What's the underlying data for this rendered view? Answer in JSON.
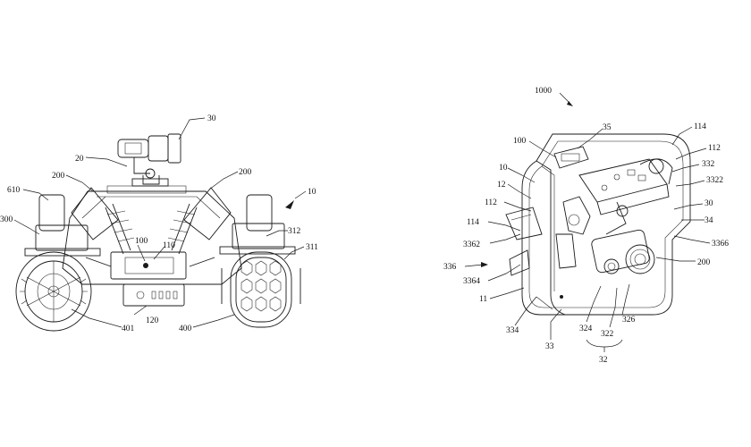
{
  "figure_left": {
    "labels": {
      "r30": "30",
      "r20": "20",
      "r200a": "200",
      "r200b": "200",
      "r610": "610",
      "r10": "10",
      "r300": "300",
      "r312": "312",
      "r311": "311",
      "r100": "100",
      "r110": "110",
      "r120": "120",
      "r401": "401",
      "r400": "400"
    }
  },
  "figure_right": {
    "labels": {
      "r1000": "1000",
      "r35": "35",
      "r100": "100",
      "r114a": "114",
      "r112a": "112",
      "r10": "10",
      "r332": "332",
      "r3322": "3322",
      "r12": "12",
      "r112b": "112",
      "r30": "30",
      "r114b": "114",
      "r34": "34",
      "r3362": "3362",
      "r3366": "3366",
      "r336": "336",
      "r200": "200",
      "r3364": "3364",
      "r11": "11",
      "r334": "334",
      "r324": "324",
      "r326": "326",
      "r322": "322",
      "r33": "33",
      "r32": "32"
    }
  }
}
